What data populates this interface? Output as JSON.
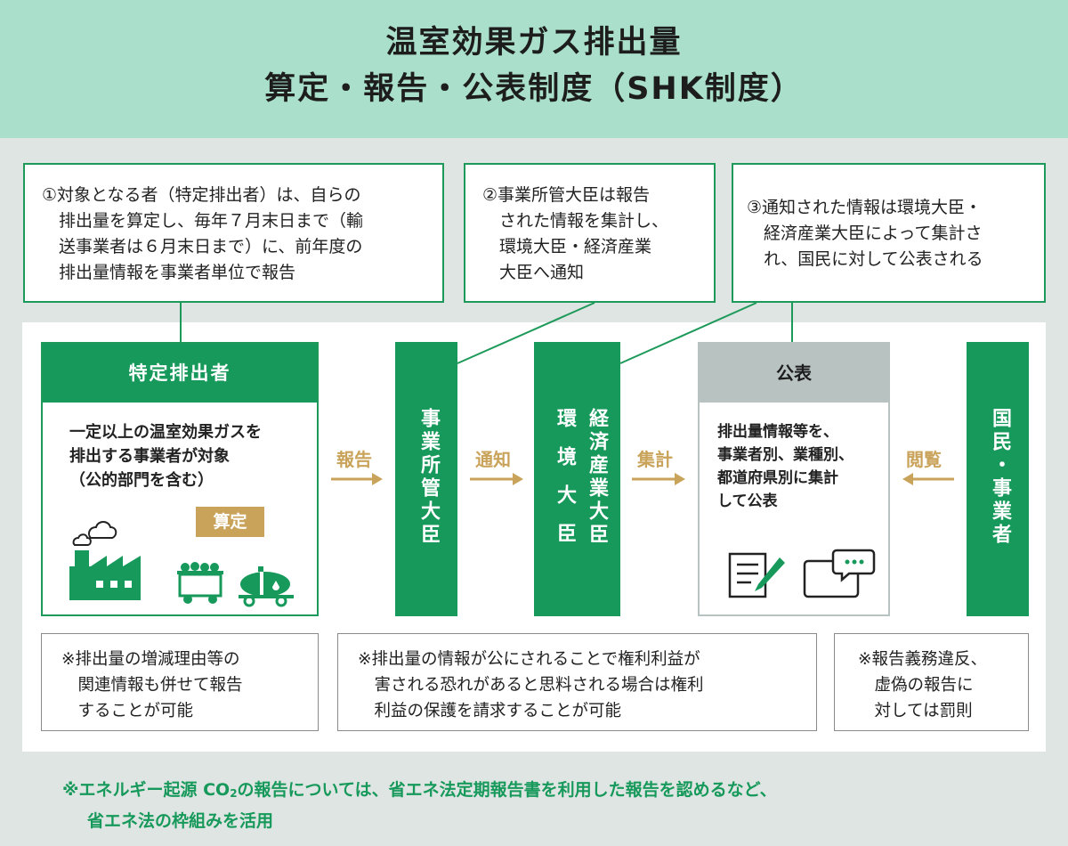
{
  "header": {
    "title_line1": "温室効果ガス排出量",
    "title_line2": "算定・報告・公表制度（SHK制度）"
  },
  "callouts": {
    "c1": "①対象となる者（特定排出者）は、自らの\n　排出量を算定し、毎年７月末日まで（輸\n　送事業者は６月末日まで）に、前年度の\n　排出量情報を事業者単位で報告",
    "c2": "②事業所管大臣は報告\n　された情報を集計し、\n　環境大臣・経済産業\n　大臣へ通知",
    "c3": "③通知された情報は環境大臣・\n　経済産業大臣によって集計さ\n　れ、国民に対して公表される"
  },
  "emitter": {
    "title": "特定排出者",
    "description": "一定以上の温室効果ガスを\n排出する事業者が対象\n（公的部門を含む）",
    "calc_badge": "算定"
  },
  "flow": {
    "arrow1": "報告",
    "minister": "事業所管大臣",
    "arrow2": "通知",
    "env_minister": "環境大臣",
    "meti_minister": "経済産業大臣",
    "arrow3": "集計",
    "arrow4": "閲覧",
    "citizens": "国民・事業者"
  },
  "publication": {
    "title": "公表",
    "description": "排出量情報等を、\n事業者別、業種別、\n都道府県別に集計\nして公表"
  },
  "notes": {
    "n1": "※排出量の増減理由等の\n　関連情報も併せて報告\n　することが可能",
    "n2": "※排出量の情報が公にされることで権利利益が\n　害される恐れがあると思料される場合は権利\n　利益の保護を請求することが可能",
    "n3": "※報告義務違反、\n　虚偽の報告に\n　対しては罰則"
  },
  "footer": {
    "line1_pre": "※エネルギー起源 CO",
    "line1_sub": "2",
    "line1_post": "の報告については、省エネ法定期報告書を利用した報告を認めるなど、",
    "line2": "省エネ法の枠組みを活用"
  },
  "colors": {
    "green": "#16995a",
    "mint": "#a9dfcb",
    "gold": "#c9a35a",
    "gray": "#b8c2c1"
  }
}
